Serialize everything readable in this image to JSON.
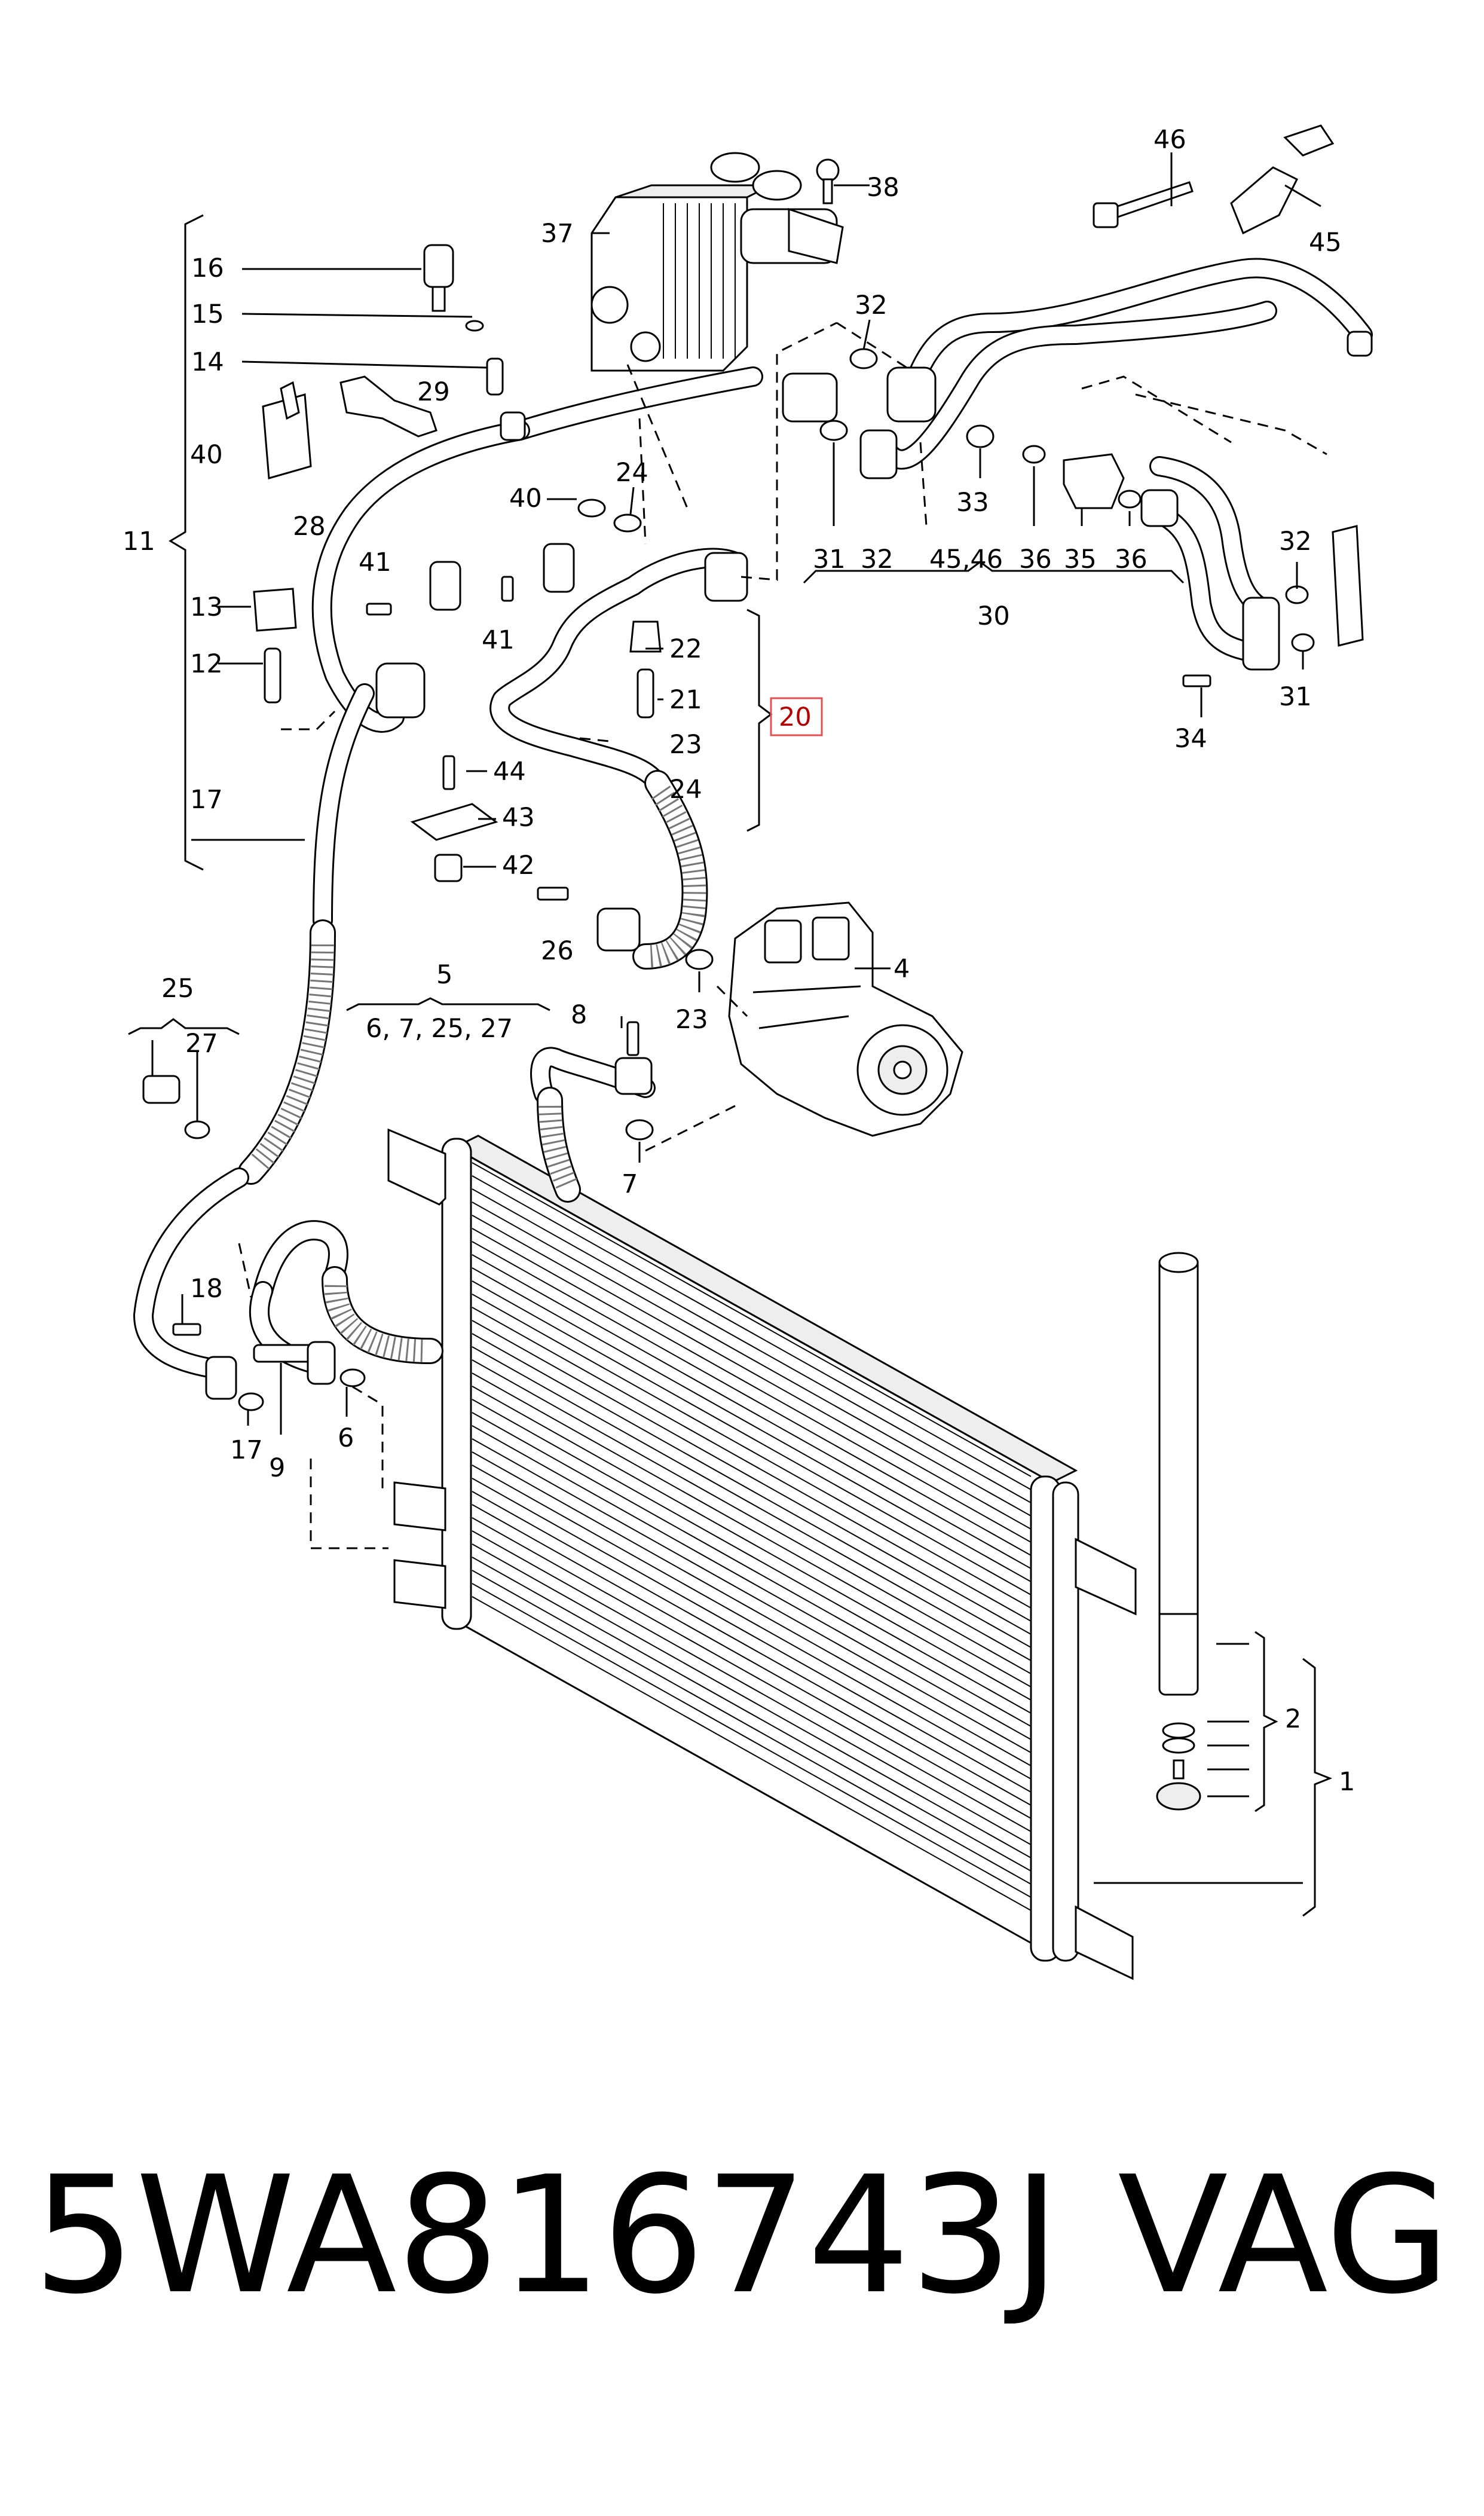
{
  "footer": {
    "part_number": "5WA816743J",
    "brand": "VAG"
  },
  "highlighted_callout": "20",
  "callouts": [
    "1",
    "2",
    "4",
    "5",
    "6, 7, 25, 27",
    "7",
    "8",
    "6",
    "9",
    "11",
    "12",
    "13",
    "14",
    "15",
    "16",
    "17",
    "17",
    "18",
    "20",
    "21",
    "22",
    "23",
    "23",
    "24",
    "24",
    "25",
    "26",
    "27",
    "28",
    "29",
    "30",
    "31",
    "31",
    "31",
    "32",
    "32",
    "32",
    "33",
    "34",
    "35",
    "36",
    "36",
    "37",
    "38",
    "40",
    "40",
    "41",
    "41",
    "42",
    "43",
    "44",
    "45",
    "45,46",
    "46"
  ],
  "icons": [
    "condenser-radiator",
    "ac-compressor",
    "oil-cooler",
    "receiver-drier",
    "refrigerant-hose",
    "refrigerant-pipe",
    "pressure-sensor",
    "service-valve",
    "seal-ring",
    "bolt",
    "clip",
    "bracket",
    "cable-tie"
  ]
}
